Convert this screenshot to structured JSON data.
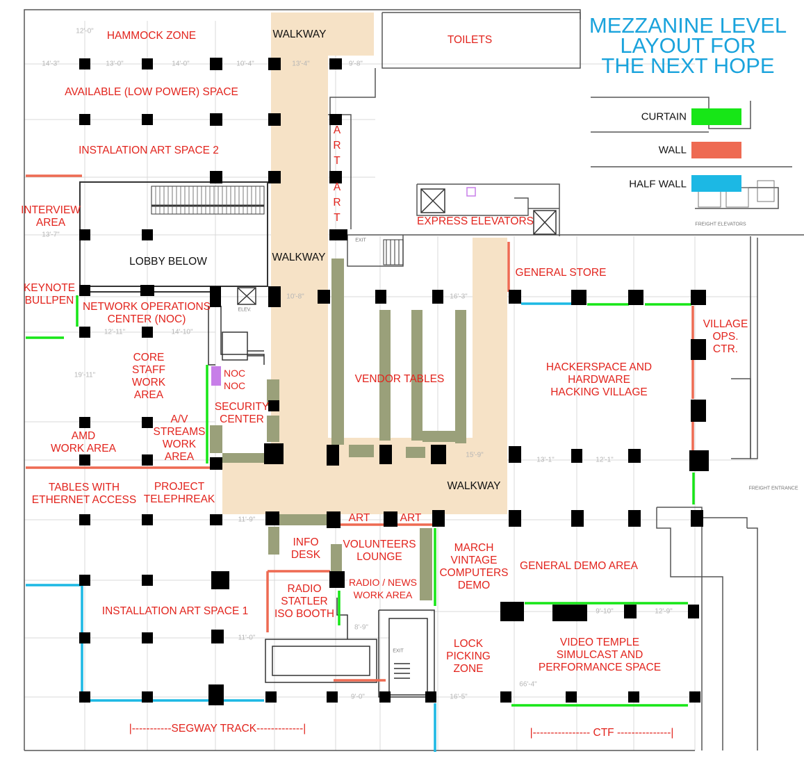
{
  "title": "MEZZANINE LEVEL\nLAYOUT FOR\nTHE NEXT HOPE",
  "legend": [
    {
      "label": "CURTAIN",
      "color": "#17e617"
    },
    {
      "label": "WALL",
      "color": "#ee6a52"
    },
    {
      "label": "HALF WALL",
      "color": "#1cb8e4"
    }
  ],
  "colors": {
    "label": "#e2241d",
    "walkway": "#f6e2c6",
    "tables": "#9aa07a",
    "noc": "#c77ee8",
    "column": "#000000",
    "title": "#1aa3dc"
  },
  "areas": {
    "hammock_zone": "HAMMOCK ZONE",
    "available_space": "AVAILABLE (LOW POWER) SPACE",
    "installation_art_2": "INSTALATION ART SPACE 2",
    "interview_area": "INTERVIEW\nAREA",
    "lobby_below": "LOBBY BELOW",
    "keynote_bullpen": "KEYNOTE\nBULLPEN",
    "noc": "NETWORK OPERATIONS\nCENTER (NOC)",
    "core_staff": "CORE\nSTAFF\nWORK\nAREA",
    "noc_small": "NOC\nNOC",
    "security_center": "SECURITY\nCENTER",
    "av_streams": "A/V\nSTREAMS\nWORK\nAREA",
    "amd_work": "AMD\nWORK AREA",
    "tables_ethernet": "TABLES WITH\nETHERNET ACCESS",
    "project_telephreak": "PROJECT\nTELEPHREAK",
    "installation_art_1": "INSTALLATION ART SPACE 1",
    "info_desk": "INFO\nDESK",
    "volunteers_lounge": "VOLUNTEERS\nLOUNGE",
    "radio_statler": "RADIO\nSTATLER\nISO BOOTH",
    "radio_news": "RADIO / NEWS\nWORK AREA",
    "art_1": "ART",
    "art_2": "ART",
    "art_vertical_1": "A\nR\nT",
    "art_vertical_2": "A\nR\nT",
    "toilets": "TOILETS",
    "express_elevators": "EXPRESS ELEVATORS",
    "vendor_tables": "VENDOR TABLES",
    "general_store": "GENERAL STORE",
    "village_ops": "VILLAGE\nOPS.\nCTR.",
    "hackerspace": "HACKERSPACE AND\nHARDWARE\nHACKING VILLAGE",
    "march_vintage": "MARCH\nVINTAGE\nCOMPUTERS\nDEMO",
    "general_demo": "GENERAL DEMO AREA",
    "lock_picking": "LOCK\nPICKING\nZONE",
    "video_temple": "VIDEO TEMPLE\nSIMULCAST AND\nPERFORMANCE SPACE",
    "segway_track": "|-----------SEGWAY TRACK-------------|",
    "ctf": "|---------------- CTF ---------------|"
  },
  "walkways": [
    "WALKWAY",
    "WALKWAY",
    "WALKWAY"
  ],
  "small_marks": {
    "freight_entrance": "FREIGHT ENTRANCE",
    "freight_elevators": "FREIGHT ELEVATORS",
    "exit_1": "EXIT",
    "exit_2": "EXIT",
    "elev": "ELEV."
  },
  "dimensions": [
    "14'-3\"",
    "13'-0\"",
    "14'-0\"",
    "10'-4\"",
    "13'-4\"",
    "9'-8\"",
    "12'-0\"",
    "13'-7\"",
    "10'-8\"",
    "16'-3\"",
    "11'-9\"",
    "13'-1\"",
    "12'-1\"",
    "15'-9\"",
    "16'-5\"",
    "66'-4\"",
    "9'-10\"",
    "12'-9\"",
    "19'-11\"",
    "12'-11\"",
    "14'-10\"",
    "9'-0\"",
    "8'-9\"",
    "11'-0\""
  ]
}
